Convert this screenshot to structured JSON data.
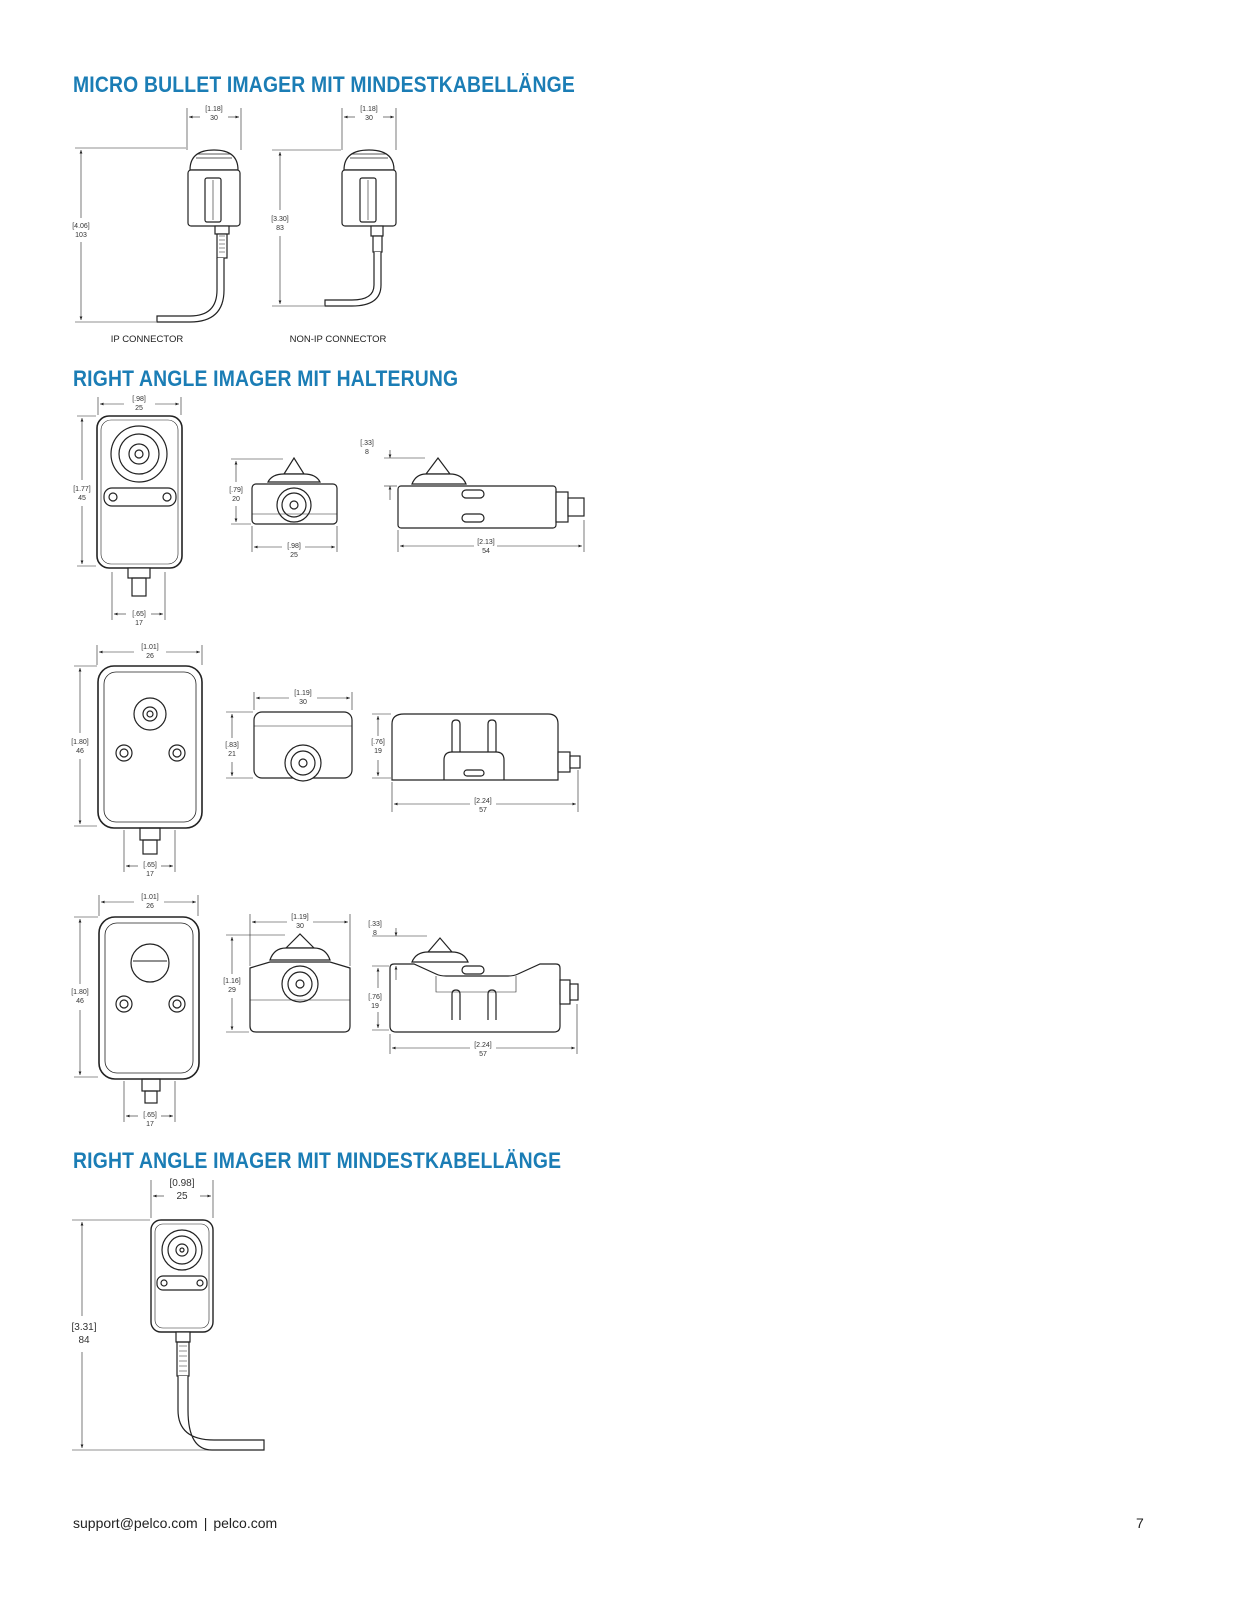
{
  "sections": [
    {
      "title": "MICRO BULLET IMAGER MIT MINDESTKABELLÄNGE"
    },
    {
      "title": "RIGHT ANGLE IMAGER MIT HALTERUNG"
    },
    {
      "title": "RIGHT ANGLE IMAGER MIT MINDESTKABELLÄNGE"
    }
  ],
  "captions": {
    "ip": "IP CONNECTOR",
    "nonip": "NON-IP CONNECTOR"
  },
  "dims": {
    "mb_w1_in": "[1.18]",
    "mb_w1_mm": "30",
    "mb_w2_in": "[1.18]",
    "mb_w2_mm": "30",
    "mb_h1_in": "[4.06]",
    "mb_h1_mm": "103",
    "mb_h2_in": "[3.30]",
    "mb_h2_mm": "83",
    "r1a_w_in": "[.98]",
    "r1a_w_mm": "25",
    "r1a_h_in": "[1.77]",
    "r1a_h_mm": "45",
    "r1a_c_in": "[.65]",
    "r1a_c_mm": "17",
    "r1b_h_in": "[.79]",
    "r1b_h_mm": "20",
    "r1b_w_in": "[.98]",
    "r1b_w_mm": "25",
    "r1c_t_in": "[.33]",
    "r1c_t_mm": "8",
    "r1c_w_in": "[2.13]",
    "r1c_w_mm": "54",
    "r2a_w_in": "[1.01]",
    "r2a_w_mm": "26",
    "r2a_h_in": "[1.80]",
    "r2a_h_mm": "46",
    "r2a_c_in": "[.65]",
    "r2a_c_mm": "17",
    "r2b_w_in": "[1.19]",
    "r2b_w_mm": "30",
    "r2b_h_in": "[.83]",
    "r2b_h_mm": "21",
    "r2c_h_in": "[.76]",
    "r2c_h_mm": "19",
    "r2c_w_in": "[2.24]",
    "r2c_w_mm": "57",
    "r3a_w_in": "[1.01]",
    "r3a_w_mm": "26",
    "r3a_h_in": "[1.80]",
    "r3a_h_mm": "46",
    "r3a_c_in": "[.65]",
    "r3a_c_mm": "17",
    "r3b_w_in": "[1.19]",
    "r3b_w_mm": "30",
    "r3b_h_in": "[1.16]",
    "r3b_h_mm": "29",
    "r3c_t_in": "[.33]",
    "r3c_t_mm": "8",
    "r3c_h_in": "[.76]",
    "r3c_h_mm": "19",
    "r3c_w_in": "[2.24]",
    "r3c_w_mm": "57",
    "ra_w_in": "[0.98]",
    "ra_w_mm": "25",
    "ra_h_in": "[3.31]",
    "ra_h_mm": "84"
  },
  "footer": {
    "email": "support@pelco.com",
    "separator": "|",
    "site": "pelco.com",
    "page": "7"
  }
}
